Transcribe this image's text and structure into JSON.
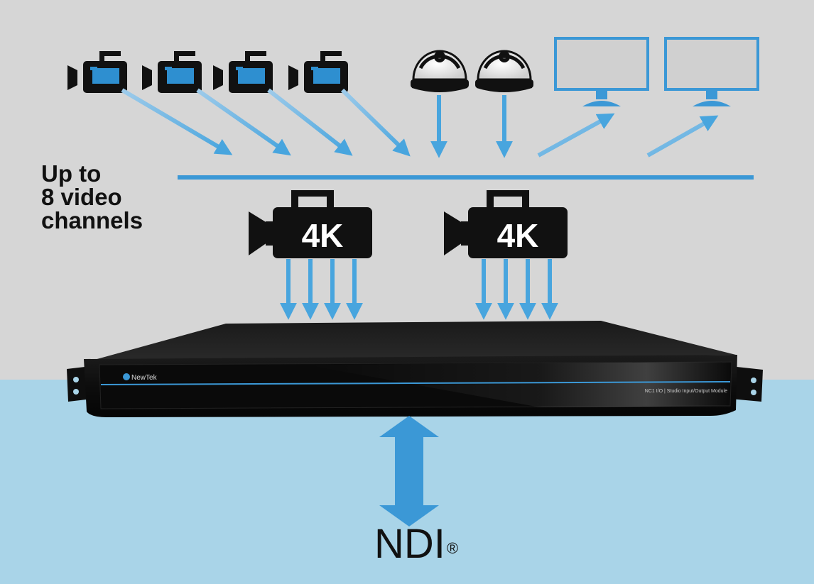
{
  "texts": {
    "channels_line1": "Up to",
    "channels_line2": "8 video",
    "channels_line3": "channels",
    "cam_4k_left": "4K",
    "cam_4k_right": "4K",
    "brand": "NewTek",
    "model": "NC1 I/O  |  Studio Input/Output Module",
    "ndi": "NDI",
    "registered": "®"
  },
  "colors": {
    "background_top": "#d6d6d6",
    "background_bottom": "#a9d4e8",
    "accent_blue": "#3b98d6",
    "arrow_light_blue": "#5fb0e2",
    "device_black": "#111111",
    "text": "#111111"
  },
  "icons": [
    "camcorder-icon",
    "dome-camera-icon",
    "monitor-icon",
    "4k-camera-icon",
    "rack-unit"
  ]
}
